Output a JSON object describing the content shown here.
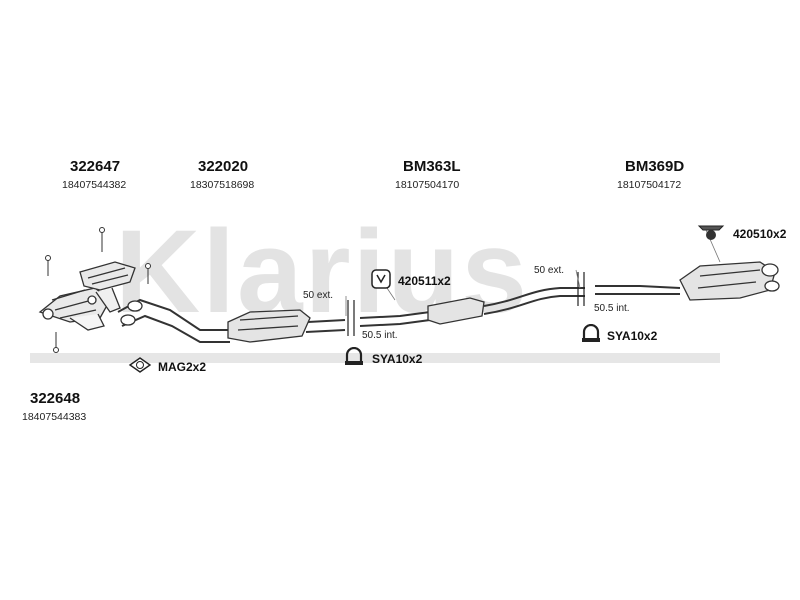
{
  "watermark": {
    "text": "Klarius",
    "color": "#e3e3e3"
  },
  "parts": [
    {
      "id": "p1",
      "number": "322647",
      "oem": "18407544382"
    },
    {
      "id": "p2",
      "number": "322020",
      "oem": "18307518698"
    },
    {
      "id": "p3",
      "number": "BM363L",
      "oem": "18107504170"
    },
    {
      "id": "p4",
      "number": "BM369D",
      "oem": "18107504172"
    },
    {
      "id": "p5",
      "number": "322648",
      "oem": "18407544383"
    }
  ],
  "accessories": [
    {
      "id": "a1",
      "label": "420510x2",
      "icon": "rubber-mount-icon"
    },
    {
      "id": "a2",
      "label": "420511x2",
      "icon": "hanger-icon"
    },
    {
      "id": "a3",
      "label": "MAG2x2",
      "icon": "gasket-icon"
    },
    {
      "id": "a4",
      "label": "SYA10x2",
      "icon": "clamp-icon"
    },
    {
      "id": "a5",
      "label": "SYA10x2",
      "icon": "clamp-icon"
    }
  ],
  "dimensions": [
    {
      "id": "d1",
      "text": "50 ext."
    },
    {
      "id": "d2",
      "text": "50.5 int."
    },
    {
      "id": "d3",
      "text": "50 ext."
    },
    {
      "id": "d4",
      "text": "50.5 int."
    }
  ]
}
